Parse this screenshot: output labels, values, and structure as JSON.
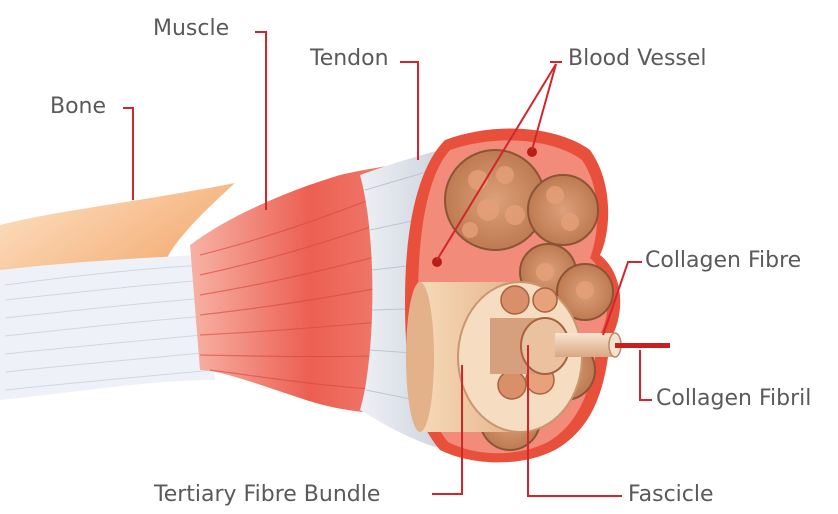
{
  "labels": {
    "muscle": "Muscle",
    "tendon": "Tendon",
    "blood_vessel": "Blood Vessel",
    "bone": "Bone",
    "collagen_fibre": "Collagen Fibre",
    "collagen_fibril": "Collagen Fibril",
    "tertiary_fibre_bundle": "Tertiary Fibre Bundle",
    "fascicle": "Fascicle"
  },
  "colors": {
    "label_text": "#5a5a5a",
    "leader_line": "#d3262c",
    "bone": "#f2a56e",
    "muscle": "#ec6a5c",
    "tendon": "#dfe3ea",
    "sheath": "#e8503c",
    "fascicle_fill": "#c9875a",
    "fibre_bundle": "#f0c9a2",
    "fibre": "#e8c7a8",
    "fibril": "#c8201e"
  }
}
